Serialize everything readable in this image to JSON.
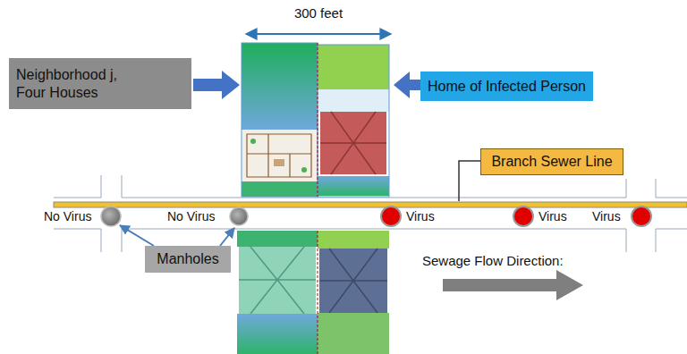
{
  "diagram": {
    "nodes": [
      {
        "text": [
          "Neighborhood j, Four Houses"
        ]
      },
      {
        "text": [
          "Home of Infected Person"
        ]
      },
      {
        "text": [
          "Branch Sewer Line"
        ]
      },
      {
        "text": [
          "Manholes"
        ]
      }
    ],
    "labels": [
      "300 feet",
      "No Virus",
      "No Virus",
      "Virus",
      "Virus",
      "Virus",
      "Sewage Flow Direction:"
    ]
  }
}
